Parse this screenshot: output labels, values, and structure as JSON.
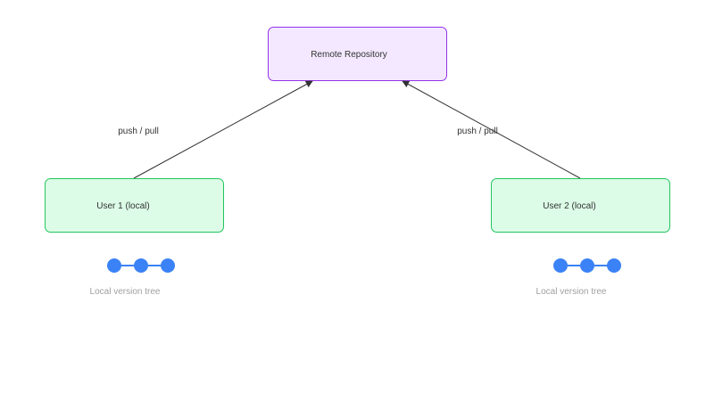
{
  "nodes": {
    "remote": {
      "label": "Remote Repository",
      "fill": "#f3e8ff",
      "stroke": "#9333ea"
    },
    "user1": {
      "label": "User 1 (local)",
      "fill": "#dcfce7",
      "stroke": "#22c55e"
    },
    "user2": {
      "label": "User 2 (local)",
      "fill": "#dcfce7",
      "stroke": "#22c55e"
    }
  },
  "edges": {
    "left_label": "push / pull",
    "right_label": "push / pull",
    "color": "#333333"
  },
  "version_trees": {
    "user1": {
      "commits": 3,
      "caption": "Local version tree"
    },
    "user2": {
      "commits": 3,
      "caption": "Local version tree"
    },
    "commit_color": "#3b82f6",
    "caption_color": "#a0a0a0"
  },
  "text_color": "#333333"
}
